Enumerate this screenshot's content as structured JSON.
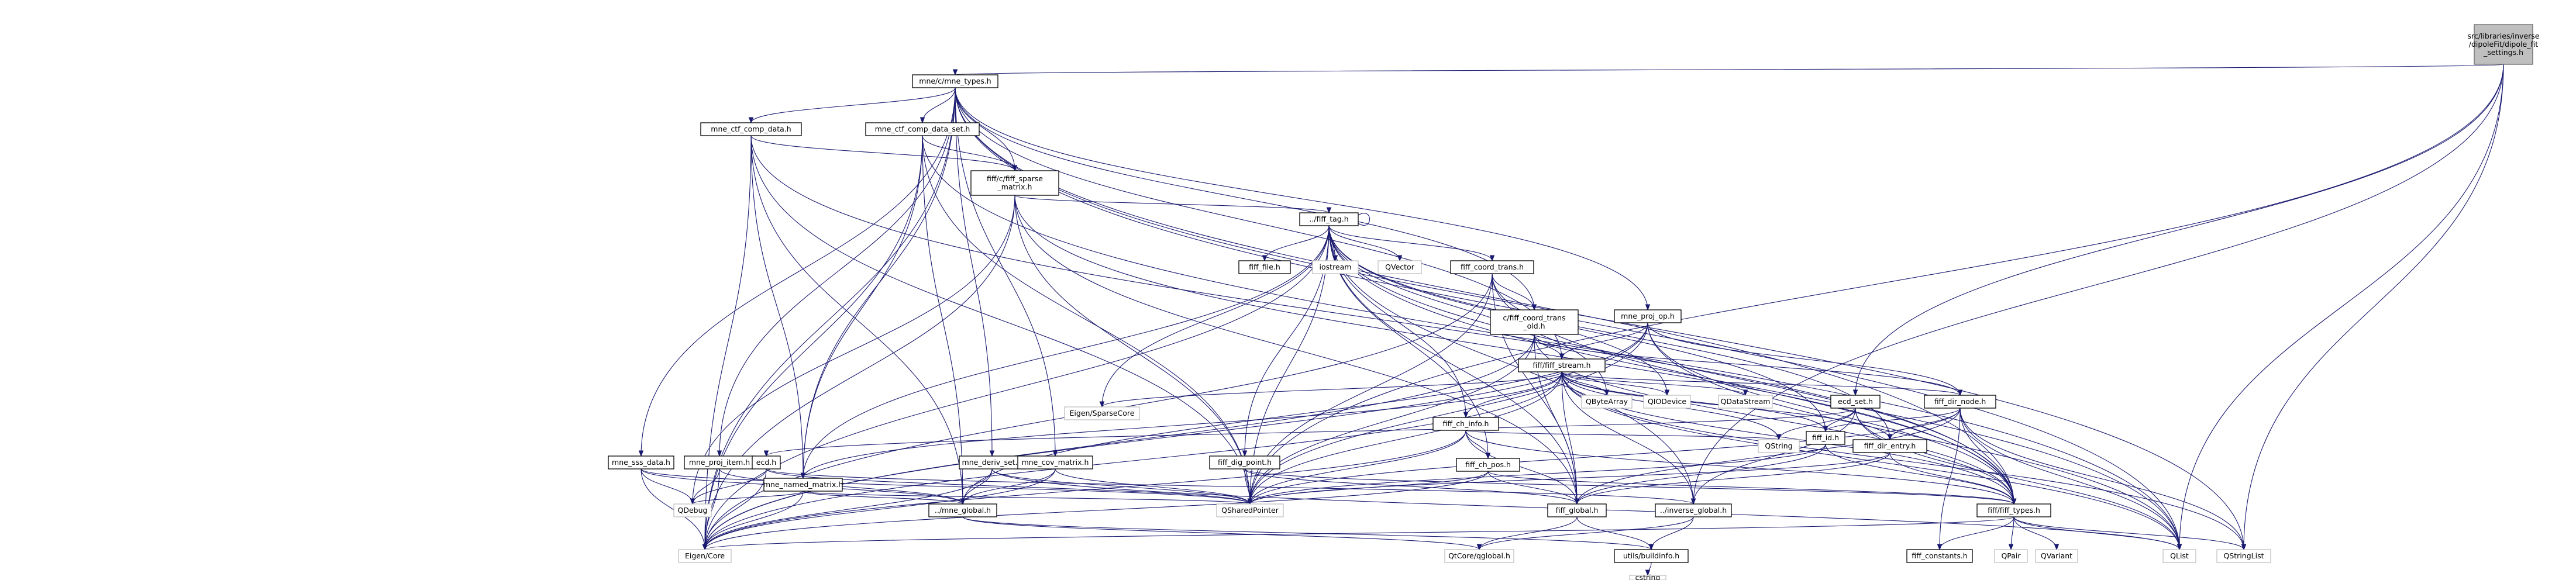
{
  "diagram": {
    "kind": "include-dependency-graph",
    "colors": {
      "edge": "#191970",
      "root_fill": "#bfbfbf",
      "node_border": "#000000",
      "external_border": "#bfbfbf"
    },
    "nodes": [
      {
        "id": "root",
        "lines": [
          "src/libraries/inverse",
          "/dipoleFit/dipole_fit",
          "_settings.h"
        ],
        "type": "root"
      },
      {
        "id": "mne_types",
        "lines": [
          "mne/c/mne_types.h"
        ],
        "type": "file"
      },
      {
        "id": "ctf_comp_data",
        "lines": [
          "mne_ctf_comp_data.h"
        ],
        "type": "file"
      },
      {
        "id": "ctf_comp_data_set",
        "lines": [
          "mne_ctf_comp_data_set.h"
        ],
        "type": "file"
      },
      {
        "id": "fiff_sparse",
        "lines": [
          "fiff/c/fiff_sparse",
          "_matrix.h"
        ],
        "type": "file"
      },
      {
        "id": "fiff_tag",
        "lines": [
          "../fiff_tag.h"
        ],
        "type": "file"
      },
      {
        "id": "fiff_coord_trans",
        "lines": [
          "fiff_coord_trans.h"
        ],
        "type": "file"
      },
      {
        "id": "c_fiff_coord_trans_old",
        "lines": [
          "c/fiff_coord_trans",
          "_old.h"
        ],
        "type": "file"
      },
      {
        "id": "mne_proj_op",
        "lines": [
          "mne_proj_op.h"
        ],
        "type": "file"
      },
      {
        "id": "fiff_stream",
        "lines": [
          "fiff/fiff_stream.h"
        ],
        "type": "file"
      },
      {
        "id": "fiff_file",
        "lines": [
          "fiff_file.h"
        ],
        "type": "file"
      },
      {
        "id": "iostream",
        "lines": [
          "iostream"
        ],
        "type": "external"
      },
      {
        "id": "qvector",
        "lines": [
          "QVector"
        ],
        "type": "external"
      },
      {
        "id": "ecd_set",
        "lines": [
          "ecd_set.h"
        ],
        "type": "file"
      },
      {
        "id": "fiff_dir_node",
        "lines": [
          "fiff_dir_node.h"
        ],
        "type": "file"
      },
      {
        "id": "fiff_ch_info",
        "lines": [
          "fiff_ch_info.h"
        ],
        "type": "file"
      },
      {
        "id": "fiff_id",
        "lines": [
          "fiff_id.h"
        ],
        "type": "file"
      },
      {
        "id": "fiff_dir_entry",
        "lines": [
          "fiff_dir_entry.h"
        ],
        "type": "file"
      },
      {
        "id": "fiff_ch_pos",
        "lines": [
          "fiff_ch_pos.h"
        ],
        "type": "file"
      },
      {
        "id": "fiff_dig_point",
        "lines": [
          "fiff_dig_point.h"
        ],
        "type": "file"
      },
      {
        "id": "eigen_sparse",
        "lines": [
          "Eigen/SparseCore"
        ],
        "type": "external"
      },
      {
        "id": "qbytearray",
        "lines": [
          "QByteArray"
        ],
        "type": "external"
      },
      {
        "id": "qiodevice",
        "lines": [
          "QIODevice"
        ],
        "type": "external"
      },
      {
        "id": "qdatastream",
        "lines": [
          "QDataStream"
        ],
        "type": "external"
      },
      {
        "id": "qstring",
        "lines": [
          "QString"
        ],
        "type": "external"
      },
      {
        "id": "mne_sss_data",
        "lines": [
          "mne_sss_data.h"
        ],
        "type": "file"
      },
      {
        "id": "mne_proj_item",
        "lines": [
          "mne_proj_item.h"
        ],
        "type": "file"
      },
      {
        "id": "mne_named_matrix",
        "lines": [
          "mne_named_matrix.h"
        ],
        "type": "file"
      },
      {
        "id": "ecd",
        "lines": [
          "ecd.h"
        ],
        "type": "file"
      },
      {
        "id": "mne_deriv_set",
        "lines": [
          "mne_deriv_set.h"
        ],
        "type": "file"
      },
      {
        "id": "mne_cov_matrix",
        "lines": [
          "mne_cov_matrix.h"
        ],
        "type": "file"
      },
      {
        "id": "qdebug",
        "lines": [
          "QDebug"
        ],
        "type": "external"
      },
      {
        "id": "mne_global",
        "lines": [
          "../mne_global.h"
        ],
        "type": "file"
      },
      {
        "id": "qsharedpointer",
        "lines": [
          "QSharedPointer"
        ],
        "type": "external"
      },
      {
        "id": "fiff_global",
        "lines": [
          "fiff_global.h"
        ],
        "type": "file"
      },
      {
        "id": "inverse_global",
        "lines": [
          "../inverse_global.h"
        ],
        "type": "file"
      },
      {
        "id": "fiff_types",
        "lines": [
          "fiff/fiff_types.h"
        ],
        "type": "file"
      },
      {
        "id": "eigen_core",
        "lines": [
          "Eigen/Core"
        ],
        "type": "external"
      },
      {
        "id": "qtcore_qglobal",
        "lines": [
          "QtCore/qglobal.h"
        ],
        "type": "external"
      },
      {
        "id": "buildinfo",
        "lines": [
          "utils/buildinfo.h"
        ],
        "type": "file"
      },
      {
        "id": "fiff_constants",
        "lines": [
          "fiff_constants.h"
        ],
        "type": "file"
      },
      {
        "id": "qpair",
        "lines": [
          "QPair"
        ],
        "type": "external"
      },
      {
        "id": "qvariant",
        "lines": [
          "QVariant"
        ],
        "type": "external"
      },
      {
        "id": "qlist",
        "lines": [
          "QList"
        ],
        "type": "external"
      },
      {
        "id": "qstringlist",
        "lines": [
          "QStringList"
        ],
        "type": "external"
      },
      {
        "id": "cstring",
        "lines": [
          "cstring"
        ],
        "type": "external"
      }
    ],
    "edges": [
      [
        "root",
        "mne_types"
      ],
      [
        "root",
        "ecd_set"
      ],
      [
        "root",
        "inverse_global"
      ],
      [
        "root",
        "qsharedpointer"
      ],
      [
        "root",
        "qlist"
      ],
      [
        "root",
        "qstringlist"
      ],
      [
        "mne_types",
        "ctf_comp_data"
      ],
      [
        "mne_types",
        "ctf_comp_data_set"
      ],
      [
        "mne_types",
        "fiff_sparse"
      ],
      [
        "mne_types",
        "c_fiff_coord_trans_old"
      ],
      [
        "mne_types",
        "mne_proj_op"
      ],
      [
        "mne_types",
        "mne_sss_data"
      ],
      [
        "mne_types",
        "mne_proj_item"
      ],
      [
        "mne_types",
        "mne_named_matrix"
      ],
      [
        "mne_types",
        "mne_deriv_set"
      ],
      [
        "mne_types",
        "mne_cov_matrix"
      ],
      [
        "mne_types",
        "fiff_types"
      ],
      [
        "mne_types",
        "fiff_stream"
      ],
      [
        "mne_types",
        "eigen_core"
      ],
      [
        "mne_types",
        "qlist"
      ],
      [
        "mne_types",
        "qstringlist"
      ],
      [
        "ctf_comp_data",
        "fiff_sparse"
      ],
      [
        "ctf_comp_data",
        "mne_named_matrix"
      ],
      [
        "ctf_comp_data",
        "mne_global"
      ],
      [
        "ctf_comp_data",
        "qsharedpointer"
      ],
      [
        "ctf_comp_data",
        "eigen_core"
      ],
      [
        "ctf_comp_data",
        "fiff_types"
      ],
      [
        "ctf_comp_data_set",
        "fiff_sparse"
      ],
      [
        "ctf_comp_data_set",
        "mne_named_matrix"
      ],
      [
        "ctf_comp_data_set",
        "mne_global"
      ],
      [
        "ctf_comp_data_set",
        "qsharedpointer"
      ],
      [
        "ctf_comp_data_set",
        "eigen_core"
      ],
      [
        "ctf_comp_data_set",
        "qlist"
      ],
      [
        "fiff_sparse",
        "fiff_tag"
      ],
      [
        "fiff_sparse",
        "fiff_types"
      ],
      [
        "fiff_sparse",
        "fiff_global"
      ],
      [
        "fiff_sparse",
        "qsharedpointer"
      ],
      [
        "fiff_sparse",
        "eigen_core"
      ],
      [
        "fiff_sparse",
        "qdebug"
      ],
      [
        "fiff_tag",
        "fiff_tag"
      ],
      [
        "fiff_tag",
        "fiff_file"
      ],
      [
        "fiff_tag",
        "iostream"
      ],
      [
        "fiff_tag",
        "qvector"
      ],
      [
        "fiff_tag",
        "fiff_coord_trans"
      ],
      [
        "fiff_tag",
        "fiff_ch_info"
      ],
      [
        "fiff_tag",
        "fiff_ch_pos"
      ],
      [
        "fiff_tag",
        "fiff_dig_point"
      ],
      [
        "fiff_tag",
        "fiff_id"
      ],
      [
        "fiff_tag",
        "fiff_dir_entry"
      ],
      [
        "fiff_tag",
        "fiff_global"
      ],
      [
        "fiff_tag",
        "fiff_types"
      ],
      [
        "fiff_tag",
        "eigen_sparse"
      ],
      [
        "fiff_tag",
        "qbytearray"
      ],
      [
        "fiff_tag",
        "qsharedpointer"
      ],
      [
        "fiff_tag",
        "eigen_core"
      ],
      [
        "fiff_tag",
        "qlist"
      ],
      [
        "fiff_tag",
        "mne_named_matrix"
      ],
      [
        "fiff_tag",
        "inverse_global"
      ],
      [
        "fiff_coord_trans",
        "c_fiff_coord_trans_old"
      ],
      [
        "fiff_coord_trans",
        "fiff_types"
      ],
      [
        "fiff_coord_trans",
        "fiff_global"
      ],
      [
        "fiff_coord_trans",
        "qsharedpointer"
      ],
      [
        "fiff_coord_trans",
        "eigen_core"
      ],
      [
        "fiff_coord_trans",
        "qiodevice"
      ],
      [
        "c_fiff_coord_trans_old",
        "fiff_stream"
      ],
      [
        "c_fiff_coord_trans_old",
        "fiff_dir_node"
      ],
      [
        "c_fiff_coord_trans_old",
        "fiff_global"
      ],
      [
        "c_fiff_coord_trans_old",
        "qsharedpointer"
      ],
      [
        "c_fiff_coord_trans_old",
        "eigen_core"
      ],
      [
        "c_fiff_coord_trans_old",
        "fiff_types"
      ],
      [
        "mne_proj_op",
        "fiff_stream"
      ],
      [
        "mne_proj_op",
        "fiff_dir_node"
      ],
      [
        "mne_proj_op",
        "fiff_types"
      ],
      [
        "mne_proj_op",
        "qsharedpointer"
      ],
      [
        "mne_proj_op",
        "eigen_core"
      ],
      [
        "mne_proj_op",
        "mne_global"
      ],
      [
        "mne_proj_op",
        "qlist"
      ],
      [
        "fiff_stream",
        "eigen_sparse"
      ],
      [
        "fiff_stream",
        "qbytearray"
      ],
      [
        "fiff_stream",
        "qiodevice"
      ],
      [
        "fiff_stream",
        "qdatastream"
      ],
      [
        "fiff_stream",
        "qstring"
      ],
      [
        "fiff_stream",
        "fiff_dir_node"
      ],
      [
        "fiff_stream",
        "fiff_id"
      ],
      [
        "fiff_stream",
        "fiff_dir_entry"
      ],
      [
        "fiff_stream",
        "fiff_ch_info"
      ],
      [
        "fiff_stream",
        "fiff_global"
      ],
      [
        "fiff_stream",
        "fiff_types"
      ],
      [
        "fiff_stream",
        "qsharedpointer"
      ],
      [
        "fiff_stream",
        "qlist"
      ],
      [
        "fiff_stream",
        "qstringlist"
      ],
      [
        "fiff_stream",
        "mne_named_matrix"
      ],
      [
        "fiff_stream",
        "eigen_core"
      ],
      [
        "fiff_stream",
        "inverse_global"
      ],
      [
        "ecd_set",
        "ecd"
      ],
      [
        "ecd_set",
        "fiff_types"
      ],
      [
        "ecd_set",
        "qstring"
      ],
      [
        "ecd_set",
        "qlist"
      ],
      [
        "ecd_set",
        "fiff_id"
      ],
      [
        "ecd_set",
        "inverse_global"
      ],
      [
        "fiff_dir_node",
        "fiff_id"
      ],
      [
        "fiff_dir_node",
        "fiff_dir_entry"
      ],
      [
        "fiff_dir_node",
        "fiff_types"
      ],
      [
        "fiff_dir_node",
        "fiff_global"
      ],
      [
        "fiff_dir_node",
        "fiff_constants"
      ],
      [
        "fiff_dir_node",
        "qsharedpointer"
      ],
      [
        "fiff_dir_node",
        "qlist"
      ],
      [
        "fiff_dir_node",
        "qstringlist"
      ],
      [
        "fiff_ch_info",
        "fiff_ch_pos"
      ],
      [
        "fiff_ch_info",
        "fiff_types"
      ],
      [
        "fiff_ch_info",
        "fiff_global"
      ],
      [
        "fiff_ch_info",
        "qsharedpointer"
      ],
      [
        "fiff_ch_info",
        "qstring"
      ],
      [
        "fiff_ch_info",
        "eigen_core"
      ],
      [
        "fiff_id",
        "fiff_types"
      ],
      [
        "fiff_id",
        "fiff_global"
      ],
      [
        "fiff_id",
        "qsharedpointer"
      ],
      [
        "fiff_dir_entry",
        "fiff_types"
      ],
      [
        "fiff_dir_entry",
        "fiff_global"
      ],
      [
        "fiff_dir_entry",
        "qsharedpointer"
      ],
      [
        "fiff_ch_pos",
        "fiff_types"
      ],
      [
        "fiff_ch_pos",
        "fiff_global"
      ],
      [
        "fiff_ch_pos",
        "qsharedpointer"
      ],
      [
        "fiff_ch_pos",
        "eigen_core"
      ],
      [
        "fiff_dig_point",
        "fiff_types"
      ],
      [
        "fiff_dig_point",
        "fiff_global"
      ],
      [
        "fiff_dig_point",
        "qsharedpointer"
      ],
      [
        "mne_sss_data",
        "qdebug"
      ],
      [
        "mne_sss_data",
        "mne_global"
      ],
      [
        "mne_sss_data",
        "eigen_core"
      ],
      [
        "mne_sss_data",
        "qsharedpointer"
      ],
      [
        "mne_proj_item",
        "mne_global"
      ],
      [
        "mne_proj_item",
        "eigen_core"
      ],
      [
        "mne_proj_item",
        "qdebug"
      ],
      [
        "mne_named_matrix",
        "mne_global"
      ],
      [
        "mne_named_matrix",
        "qsharedpointer"
      ],
      [
        "mne_named_matrix",
        "eigen_core"
      ],
      [
        "mne_named_matrix",
        "qdebug"
      ],
      [
        "ecd",
        "inverse_global"
      ],
      [
        "ecd",
        "qsharedpointer"
      ],
      [
        "ecd",
        "eigen_core"
      ],
      [
        "ecd",
        "qdebug"
      ],
      [
        "mne_deriv_set",
        "mne_global"
      ],
      [
        "mne_deriv_set",
        "qsharedpointer"
      ],
      [
        "mne_deriv_set",
        "eigen_core"
      ],
      [
        "mne_deriv_set",
        "qlist"
      ],
      [
        "mne_cov_matrix",
        "mne_global"
      ],
      [
        "mne_cov_matrix",
        "qsharedpointer"
      ],
      [
        "mne_cov_matrix",
        "eigen_core"
      ],
      [
        "mne_global",
        "buildinfo"
      ],
      [
        "mne_global",
        "qtcore_qglobal"
      ],
      [
        "fiff_global",
        "buildinfo"
      ],
      [
        "fiff_global",
        "qtcore_qglobal"
      ],
      [
        "inverse_global",
        "buildinfo"
      ],
      [
        "inverse_global",
        "qtcore_qglobal"
      ],
      [
        "buildinfo",
        "cstring"
      ],
      [
        "fiff_types",
        "fiff_constants"
      ],
      [
        "fiff_types",
        "qpair"
      ],
      [
        "fiff_types",
        "qvariant"
      ],
      [
        "fiff_types",
        "qlist"
      ],
      [
        "fiff_types",
        "qstringlist"
      ],
      [
        "fiff_types",
        "eigen_core"
      ]
    ]
  }
}
